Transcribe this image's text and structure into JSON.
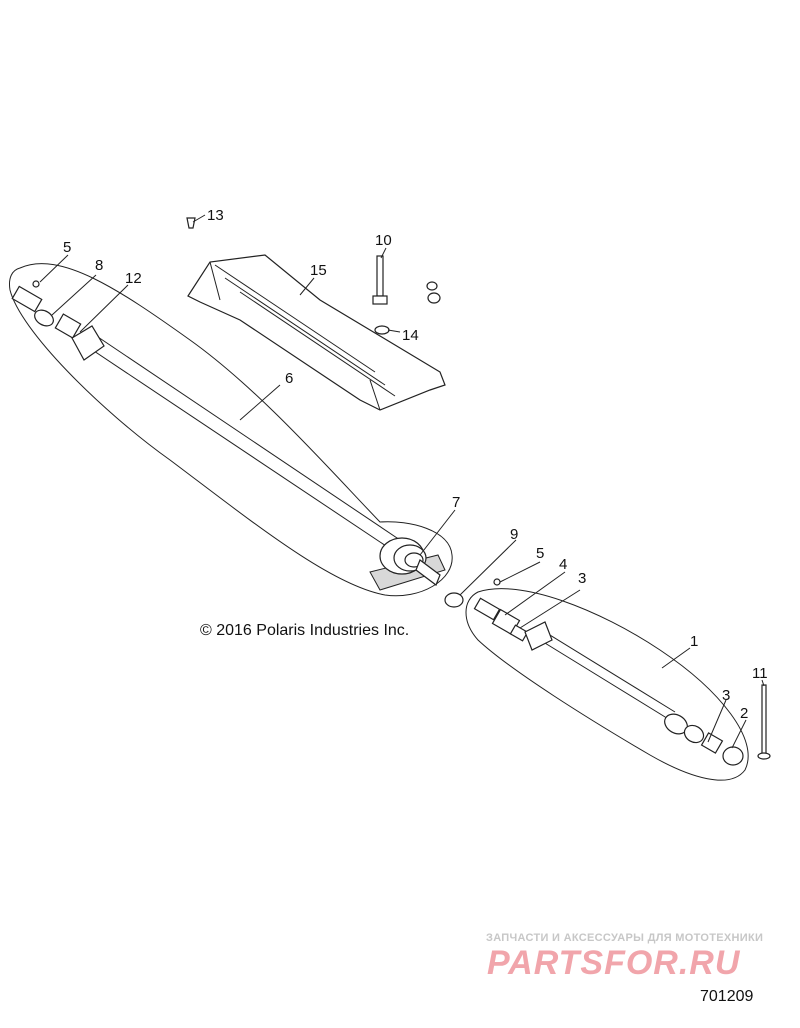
{
  "callouts": {
    "c13": "13",
    "c10": "10",
    "c15": "15",
    "c14": "14",
    "c5a": "5",
    "c8": "8",
    "c12": "12",
    "c6": "6",
    "c7": "7",
    "c9": "9",
    "c5b": "5",
    "c4": "4",
    "c3a": "3",
    "c1": "1",
    "c3b": "3",
    "c2": "2",
    "c11": "11"
  },
  "copyright": "© 2016 Polaris Industries Inc.",
  "watermark": {
    "tagline": "ЗАПЧАСТИ И АКСЕССУАРЫ ДЛЯ МОТОТЕХНИКИ",
    "logo": "PARTSFOR.RU"
  },
  "diagram_id": "701209"
}
